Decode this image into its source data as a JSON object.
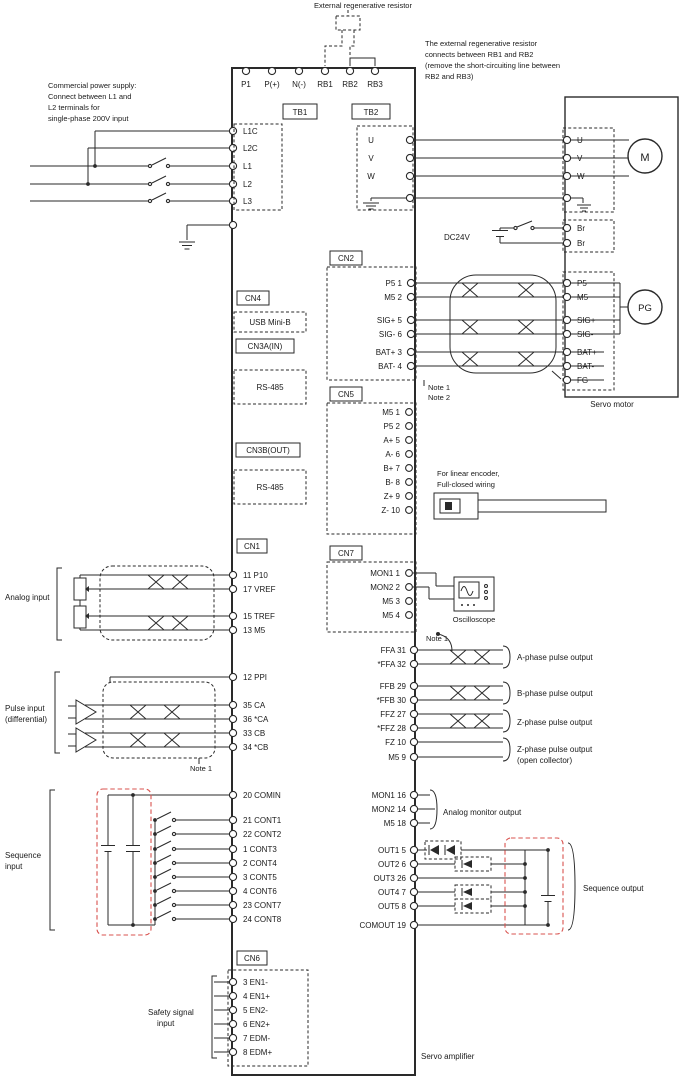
{
  "colors": {
    "line": "#2a2a2a",
    "red": "#d9534f",
    "text": "#1a1a1a",
    "background": "#ffffff"
  },
  "top": {
    "title": "External regenerative resistor",
    "pins": [
      "P1",
      "P(+)",
      "N(-)",
      "RB1",
      "RB2",
      "RB3"
    ]
  },
  "notes": {
    "ext": [
      "The external regenerative resistor",
      "connects between RB1 and RB2",
      "(remove the short-circuiting line between",
      "RB2 and RB3)"
    ],
    "power": [
      "Commercial power supply:",
      "Connect between L1 and",
      "L2 terminals for",
      "single-phase 200V input"
    ],
    "encoder": [
      "For linear encoder,",
      "Full-closed wiring"
    ],
    "note1": "Note 1",
    "note2": "Note 2"
  },
  "labels": {
    "tb1": "TB1",
    "tb2": "TB2",
    "dc24v": "DC24V",
    "servo_motor": "Servo motor",
    "servo_amplifier": "Servo amplifier",
    "motor": "M",
    "encoder": "PG",
    "oscilloscope": "Oscilloscope"
  },
  "pins": {
    "left": [
      "L1C",
      "L2C",
      "L1",
      "L2",
      "L3"
    ],
    "uvw_amp": [
      "U",
      "V",
      "W"
    ],
    "uvw_motor": [
      "U",
      "V",
      "W"
    ],
    "br": [
      "Br",
      "Br"
    ],
    "pg": [
      "P5",
      "M5",
      "SIG+",
      "SIG-",
      "BAT+",
      "BAT-",
      "FG"
    ]
  },
  "cn4": {
    "title": "CN4",
    "usb": "USB Mini-B"
  },
  "cn3a": {
    "title": "CN3A(IN)",
    "rs485": "RS-485"
  },
  "cn3b": {
    "title": "CN3B(OUT)",
    "rs485": "RS-485"
  },
  "cn2": {
    "title": "CN2",
    "pins": [
      "P5 1",
      "M5 2",
      "SIG+ 5",
      "SIG- 6",
      "BAT+ 3",
      "BAT- 4"
    ]
  },
  "cn5": {
    "title": "CN5",
    "pins": [
      "M5 1",
      "P5 2",
      "A+ 5",
      "A- 6",
      "B+ 7",
      "B- 8",
      "Z+ 9",
      "Z- 10"
    ]
  },
  "cn7": {
    "title": "CN7",
    "pins": [
      "MON1 1",
      "MON2 2",
      "M5 3",
      "M5 4"
    ]
  },
  "cn1": {
    "title": "CN1",
    "analog_pins": [
      "11 P10",
      "17 VREF",
      "15 TREF",
      "13 M5"
    ],
    "analog_label": "Analog input",
    "pulse_pins": [
      "12 PPI",
      "35 CA",
      "36 *CA",
      "33 CB",
      "34 *CB"
    ],
    "pulse_label": [
      "Pulse input",
      "(differential)"
    ],
    "seq_in_pins": [
      "20 COMIN",
      "21 CONT1",
      "22 CONT2",
      "1 CONT3",
      "2 CONT4",
      "3 CONT5",
      "4 CONT6",
      "23 CONT7",
      "24 CONT8"
    ],
    "seq_in_label": [
      "Sequence",
      "input"
    ],
    "pulse_out_pins": [
      "FFA 31",
      "*FFA 32",
      "FFB 29",
      "*FFB 30",
      "FFZ 27",
      "*FFZ 28",
      "FZ 10",
      "M5 9"
    ],
    "pulse_out_labels": [
      "A-phase pulse output",
      "B-phase pulse output",
      "Z-phase pulse output",
      "Z-phase pulse output",
      "(open collector)"
    ],
    "mon_pins": [
      "MON1 16",
      "MON2 14",
      "M5 18"
    ],
    "mon_label": "Analog monitor output",
    "out_pins": [
      "OUT1 5",
      "OUT2 6",
      "OUT3 26",
      "OUT4 7",
      "OUT5 8",
      "COMOUT 19"
    ],
    "out_label": "Sequence output"
  },
  "cn6": {
    "title": "CN6",
    "pins": [
      "3 EN1-",
      "4 EN1+",
      "5 EN2-",
      "6 EN2+",
      "7 EDM-",
      "8 EDM+"
    ],
    "label": [
      "Safety signal",
      "input"
    ]
  }
}
